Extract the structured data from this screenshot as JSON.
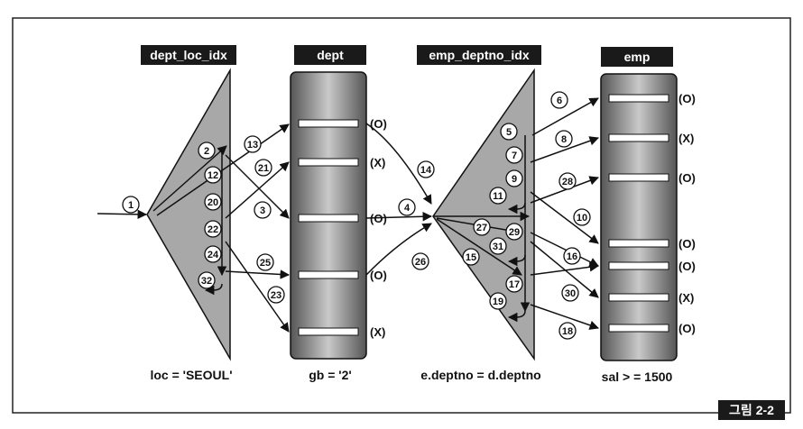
{
  "labels": {
    "dept_loc_idx": "dept_loc_idx",
    "dept": "dept",
    "emp_deptno_idx": "emp_deptno_idx",
    "emp": "emp"
  },
  "conditions": {
    "loc": "loc = 'SEOUL'",
    "gb": "gb = '2'",
    "join": "e.deptno = d.deptno",
    "sal": "sal > = 1500"
  },
  "figure_tag": "그림 2-2",
  "steps": [
    "1",
    "2",
    "3",
    "4",
    "5",
    "6",
    "7",
    "8",
    "9",
    "10",
    "11",
    "12",
    "13",
    "14",
    "15",
    "16",
    "17",
    "18",
    "19",
    "20",
    "21",
    "22",
    "23",
    "24",
    "25",
    "26",
    "27",
    "28",
    "29",
    "30",
    "31",
    "32"
  ],
  "dept_marks": [
    "(O)",
    "(X)",
    "(O)",
    "(O)",
    "(X)"
  ],
  "emp_marks": [
    "(O)",
    "(X)",
    "(O)",
    "(O)",
    "(O)",
    "(X)",
    "(O)"
  ],
  "colors": {
    "label_bg": "#1a1a1a",
    "label_fg": "#ffffff",
    "index_fill": "#a9a9a9",
    "table_dark": "#5a5a5a",
    "table_light": "#c8c8c8",
    "line": "#111111"
  }
}
